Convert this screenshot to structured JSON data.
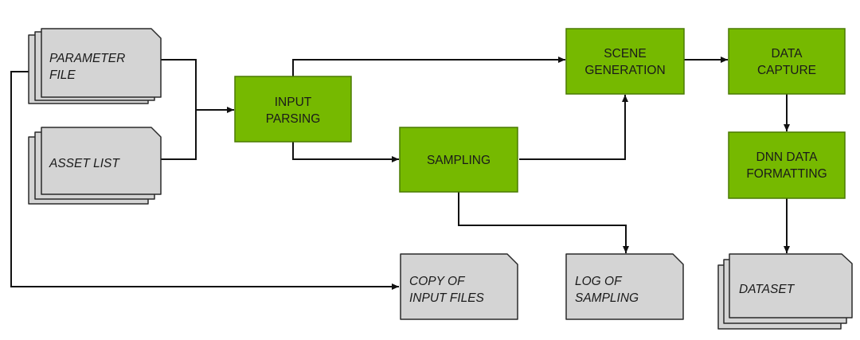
{
  "diagram": {
    "inputs": {
      "parameter_file": {
        "line1": "PARAMETER",
        "line2": "FILE"
      },
      "asset_list": {
        "line1": "ASSET LIST"
      }
    },
    "process": {
      "input_parsing": {
        "line1": "INPUT",
        "line2": "PARSING"
      },
      "sampling": {
        "line1": "SAMPLING"
      },
      "scene_generation": {
        "line1": "SCENE",
        "line2": "GENERATION"
      },
      "data_capture": {
        "line1": "DATA",
        "line2": "CAPTURE"
      },
      "dnn_data_formatting": {
        "line1": "DNN DATA",
        "line2": "FORMATTING"
      }
    },
    "outputs": {
      "copy_of_input_files": {
        "line1": "COPY OF",
        "line2": "INPUT FILES"
      },
      "log_of_sampling": {
        "line1": "LOG OF",
        "line2": "SAMPLING"
      },
      "dataset": {
        "line1": "DATASET"
      }
    },
    "colors": {
      "process_fill": "#76b900",
      "process_stroke": "#4a7a00",
      "document_fill": "#d4d4d4",
      "document_stroke": "#2a2a2a",
      "connector": "#111111"
    }
  }
}
